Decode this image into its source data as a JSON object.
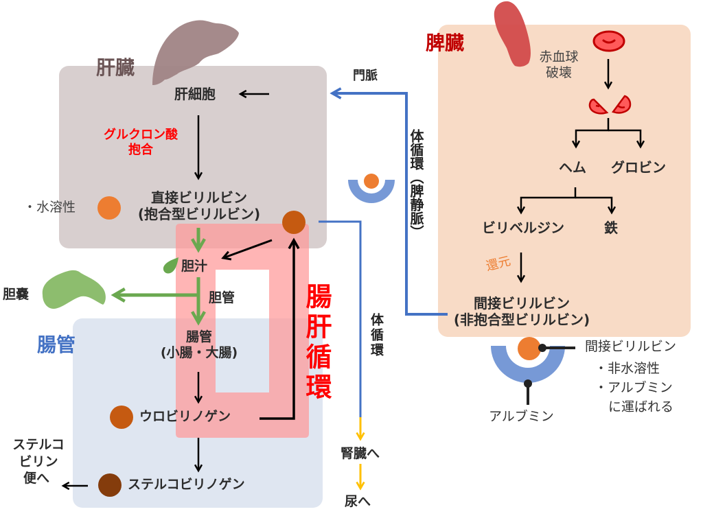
{
  "colors": {
    "liver_box": "#d8cfcf",
    "liver_organ": "#a08485",
    "liver_title": "#6b5556",
    "spleen_box": "#f8dbc6",
    "spleen_organ": "#d24b4b",
    "spleen_title": "#c00000",
    "intestine_box": "#dfe6f1",
    "intestine_title": "#4472c4",
    "enterohepatic_band": "#ff9999",
    "enterohepatic_title": "#ff0000",
    "blood_line": "#4472c4",
    "urine_line": "#ffc000",
    "bile_green": "#6aa84f",
    "gallbladder_green": "#8dbd6e",
    "conjugation_red": "#ff0000",
    "reduction_orange": "#ed7d31",
    "dot_orange": "#ed7d31",
    "dot_darkorange": "#c55a11",
    "dot_brown": "#843c0c",
    "albumin_blue": "#7799d6",
    "rbc_red": "#ff5a5a",
    "rbc_outline": "#c00000"
  },
  "liver": {
    "title": "肝臓",
    "hepatocyte": "肝細胞",
    "conjugation_line1": "グルクロン酸",
    "conjugation_line2": "抱合",
    "direct_bilirubin_line1": "直接ビリルビン",
    "direct_bilirubin_line2": "(抱合型ビリルビン)",
    "water_soluble": "・水溶性"
  },
  "bile": {
    "bile_juice": "胆汁",
    "bile_duct": "胆管",
    "gallbladder": "胆嚢"
  },
  "intestine": {
    "title": "腸管",
    "intestine_line1": "腸管",
    "intestine_line2": "(小腸・大腸)",
    "urobilinogen": "ウロビリノゲン",
    "stercobilinogen": "ステルコビリノゲン",
    "stercobilin_line1": "ステルコ",
    "stercobilin_line2": "ビリン",
    "stercobilin_line3": "便へ"
  },
  "enterohepatic": {
    "title": "腸肝循環"
  },
  "circulation": {
    "portal_vein": "門脈",
    "systemic_splenic": "体循環（脾静脈）",
    "systemic": "体循環",
    "to_kidney": "腎臓へ",
    "to_urine": "尿へ"
  },
  "spleen": {
    "title": "脾臓",
    "rbc_destruction_line1": "赤血球",
    "rbc_destruction_line2": "破壊",
    "heme": "ヘム",
    "globin": "グロビン",
    "biliverdin": "ビリベルジン",
    "iron": "鉄",
    "reduction": "還元",
    "indirect_bilirubin_line1": "間接ビリルビン",
    "indirect_bilirubin_line2": "(非抱合型ビリルビン)"
  },
  "legend": {
    "indirect_bilirubin": "間接ビリルビン",
    "insoluble": "・非水溶性",
    "carried_line1": "・アルブミン",
    "carried_line2": "に運ばれる",
    "albumin": "アルブミン"
  }
}
